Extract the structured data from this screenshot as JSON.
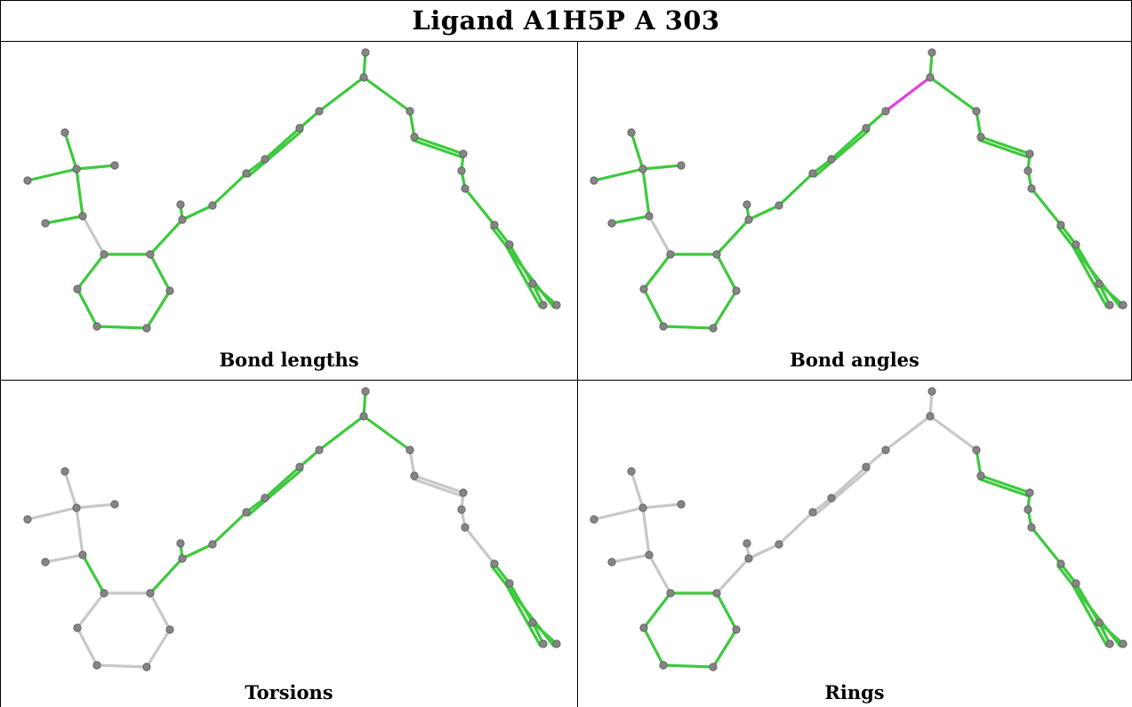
{
  "title": "Ligand A1H5P A 303",
  "colors": {
    "ok": "#3ec93e",
    "okDark": "#1f8f1f",
    "none": "#c8c8c8",
    "outlier": "#e23ee2",
    "atom": "#858585"
  },
  "panels": [
    {
      "label": "Bond lengths",
      "colors": {
        "ring": "ok",
        "tb": "ok",
        "side": "ok",
        "chain": "ok",
        "topRight": "ok",
        "diag": "ok",
        "arm": "none",
        "apex": "ok"
      }
    },
    {
      "label": "Bond angles",
      "colors": {
        "ring": "ok",
        "tb": "ok",
        "side": "ok",
        "chain": "ok",
        "topRight": "ok",
        "diag": "ok",
        "arm": "none",
        "apex": "outlier"
      }
    },
    {
      "label": "Torsions",
      "colors": {
        "ring": "none",
        "tb": "none",
        "side": "ok",
        "chain": "ok",
        "topRight": "none",
        "diag": "ok",
        "arm": "ok",
        "apex": "ok"
      }
    },
    {
      "label": "Rings",
      "colors": {
        "ring": "ok",
        "tb": "none",
        "side": "none",
        "chain": "none",
        "topRight": "ok",
        "diag": "ok",
        "arm": "none",
        "apex": "none"
      }
    }
  ]
}
